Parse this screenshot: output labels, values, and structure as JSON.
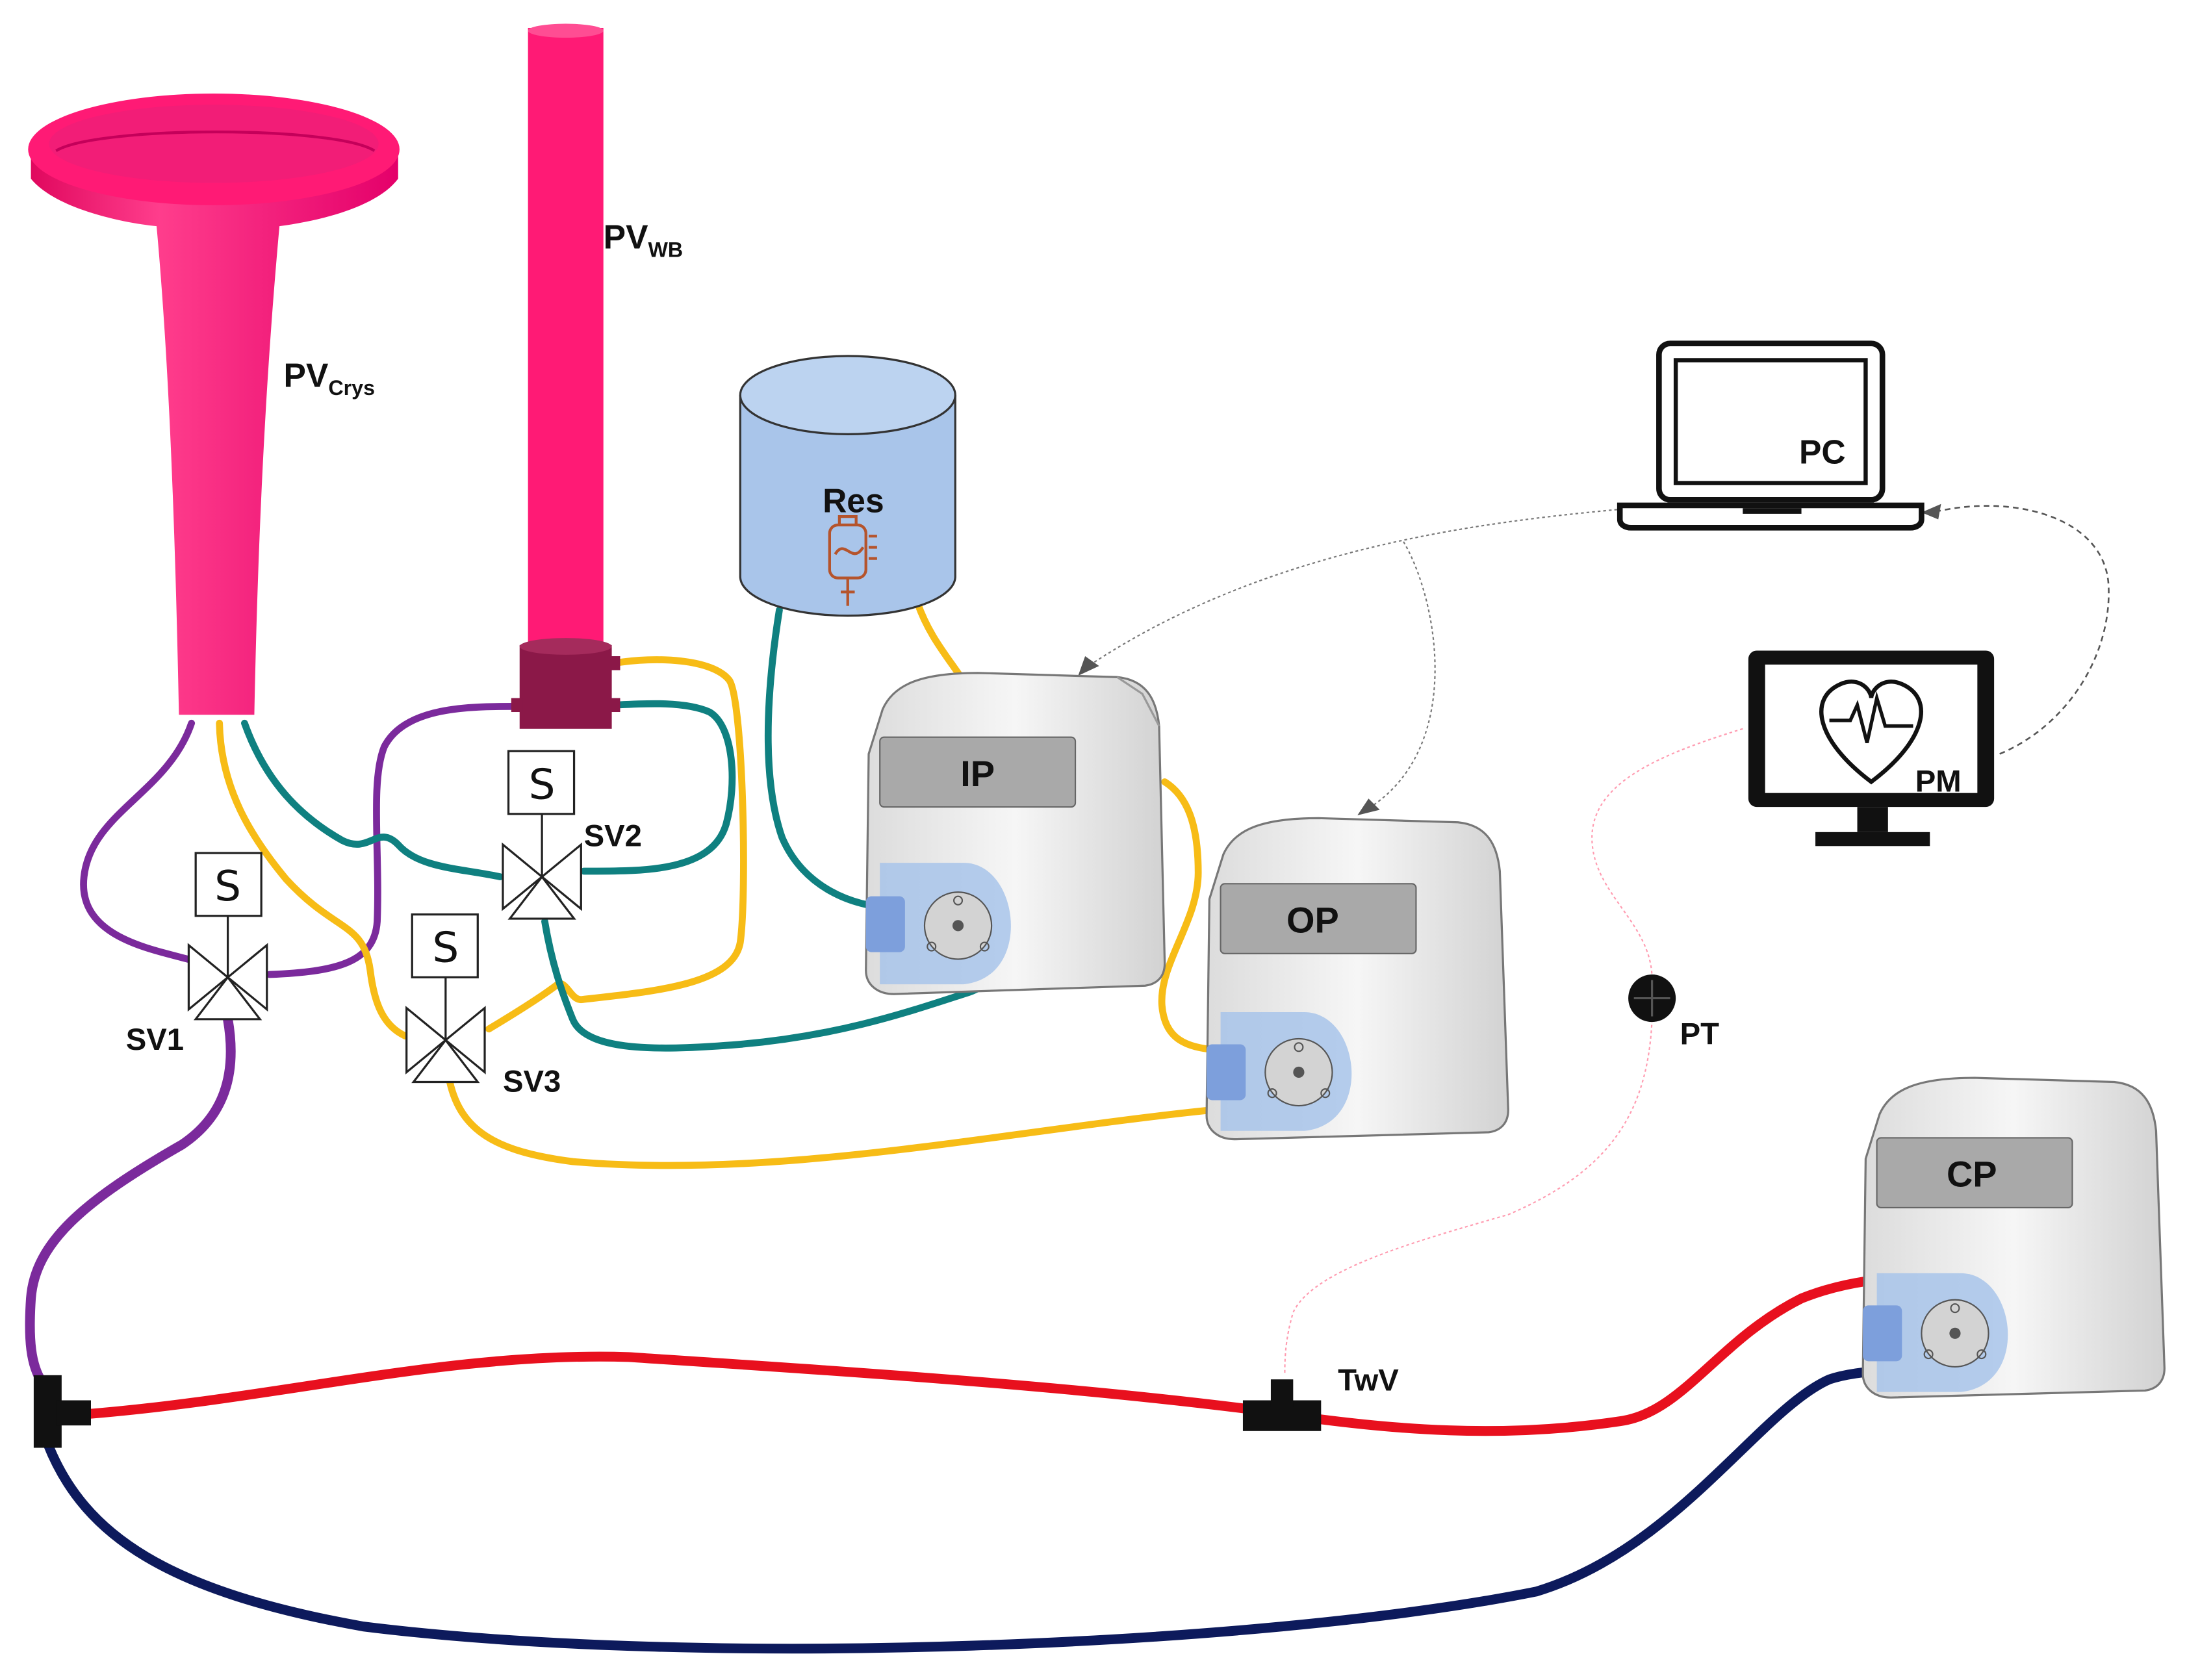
{
  "labels": {
    "pv_crys_main": "PV",
    "pv_crys_sub": "Crys",
    "pv_wb_main": "PV",
    "pv_wb_sub": "WB",
    "res": "Res",
    "ip": "IP",
    "op": "OP",
    "cp": "CP",
    "pc": "PC",
    "pm": "PM",
    "pt": "PT",
    "twv": "TwV",
    "sv1": "SV1",
    "sv2": "SV2",
    "sv3": "SV3",
    "solenoid": "S"
  },
  "colors": {
    "pressure_vessel": "#ff1a75",
    "wb_cap": "#8b1848",
    "reservoir": "#a9c5ea",
    "tube_purple": "#7b2a9c",
    "tube_yellow": "#f7bc16",
    "tube_teal": "#0f8080",
    "tube_red": "#e8101e",
    "tube_navy": "#0d1a5c",
    "pump_body": "#ececec",
    "pump_panel": "#a9a9a9",
    "pump_head": "#a8c4ea",
    "iv_bag": "#b5542c",
    "signal_line": "#ff9bb0"
  },
  "icons": [
    "funnel-vessel",
    "column-vessel",
    "reservoir-cylinder",
    "iv-bag-icon",
    "solenoid-valve",
    "peristaltic-pump",
    "laptop-icon",
    "patient-monitor-icon",
    "heart-icon",
    "pressure-transducer",
    "two-way-valve",
    "t-junction"
  ]
}
